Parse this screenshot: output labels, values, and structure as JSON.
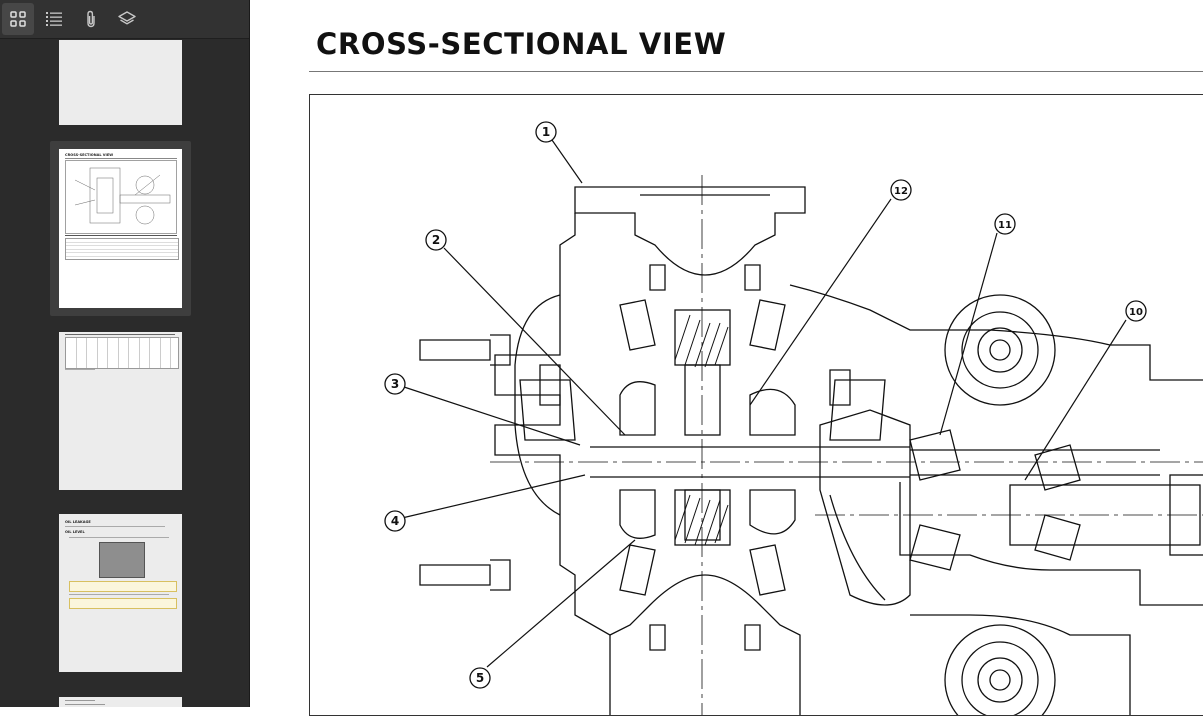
{
  "toolbar": {
    "buttons": [
      {
        "name": "thumbnails-view-button",
        "icon": "grid-icon",
        "active": true
      },
      {
        "name": "outline-view-button",
        "icon": "list-icon",
        "active": false
      },
      {
        "name": "attachments-view-button",
        "icon": "paperclip-icon",
        "active": false
      },
      {
        "name": "layers-view-button",
        "icon": "layers-icon",
        "active": false
      }
    ]
  },
  "thumbnails": {
    "page2_title": "CROSS-SECTIONAL VIEW",
    "page4_heading": "OIL LEAKAGE",
    "page4_subheading": "OIL LEVEL"
  },
  "document": {
    "title": "CROSS-SECTIONAL VIEW",
    "callouts": [
      "1",
      "2",
      "3",
      "4",
      "5",
      "10",
      "11",
      "12"
    ]
  },
  "colors": {
    "sidebar_bg": "#2b2b2b",
    "toolbar_bg": "#323232",
    "thumb_bg": "#ececec",
    "line": "#111111"
  }
}
